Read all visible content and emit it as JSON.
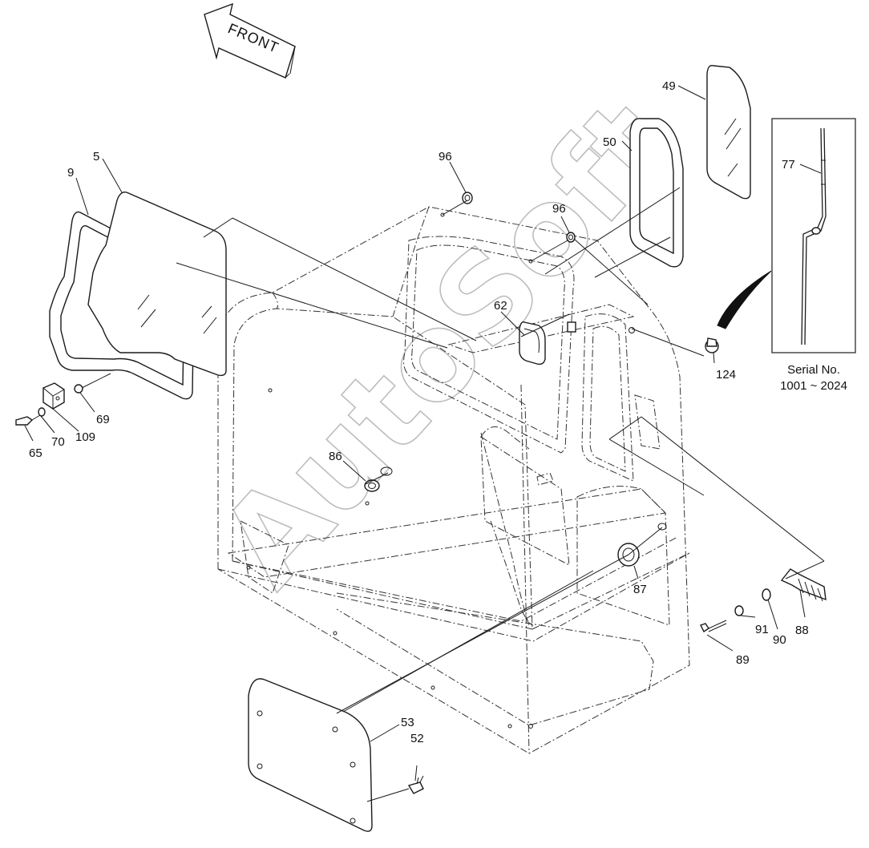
{
  "direction_label": "FRONT",
  "watermark": "AutoSoft",
  "inset": {
    "serial_label": "Serial No.",
    "serial_range": "1001 ~ 2024"
  },
  "callouts": {
    "c5": "5",
    "c9": "9",
    "c49": "49",
    "c50": "50",
    "c52": "52",
    "c53": "53",
    "c62": "62",
    "c65": "65",
    "c69": "69",
    "c70": "70",
    "c77": "77",
    "c86": "86",
    "c87": "87",
    "c88": "88",
    "c89": "89",
    "c90": "90",
    "c91": "91",
    "c96a": "96",
    "c96b": "96",
    "c109": "109",
    "c124": "124"
  }
}
